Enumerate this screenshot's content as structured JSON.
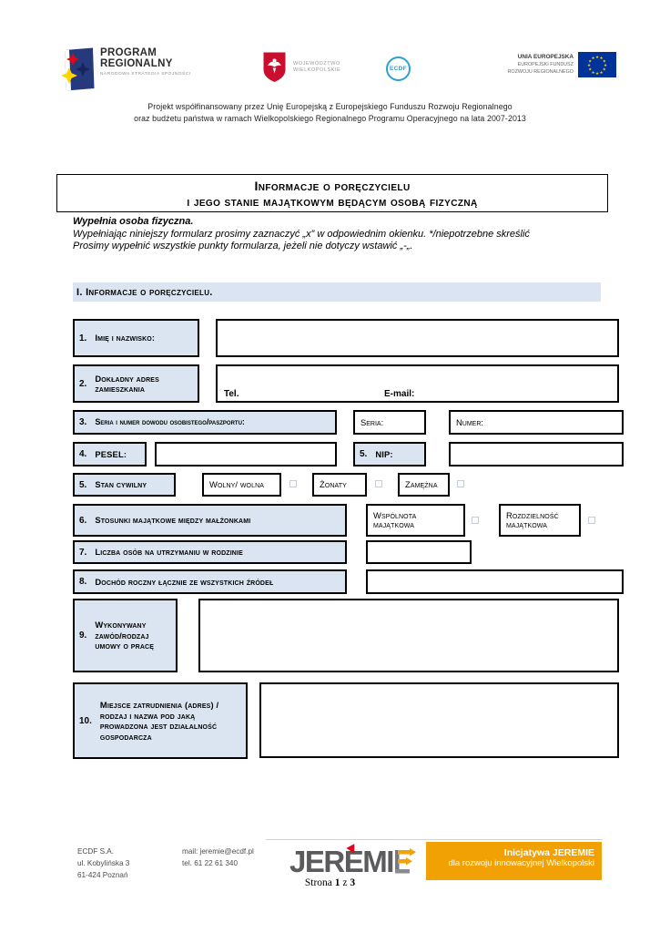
{
  "header": {
    "logos": {
      "program_regionalny": {
        "title1": "PROGRAM",
        "title2": "REGIONALNY",
        "subtitle": "NARODOWA STRATEGIA SPÓJNOŚCI"
      },
      "wojewodztwo": {
        "line1": "WOJEWÓDZTWO",
        "line2": "WIELKOPOLSKIE"
      },
      "ecdf": {
        "label": "ECDF"
      },
      "unia": {
        "line1": "UNIA EUROPEJSKA",
        "line2": "EUROPEJSKI FUNDUSZ",
        "line3": "ROZWOJU REGIONALNEGO"
      }
    },
    "caption_line1": "Projekt współfinansowany przez Unię Europejską z Europejskiego Funduszu Rozwoju Regionalnego",
    "caption_line2": "oraz budżetu państwa w ramach Wielkopolskiego Regionalnego Programu Operacyjnego na lata 2007-2013"
  },
  "title": {
    "line1": "Informacje o poręczycielu",
    "line2": "i jego stanie majątkowym będącym osobą fizyczną"
  },
  "notes": {
    "bold": "Wypełnia osoba fizyczna.",
    "line1": "Wypełniając niniejszy formularz prosimy zaznaczyć „x” w odpowiednim okienku. */niepotrzebne skreślić",
    "line2": "Prosimy wypełnić wszystkie punkty formularza, jeżeli nie dotyczy wstawić „-„."
  },
  "section1": {
    "heading": "I. Informacje o poręczycielu."
  },
  "fields": {
    "row1": {
      "num": "1.",
      "label": "Imię i nazwisko:"
    },
    "row2": {
      "num": "2.",
      "label": "Dokładny adres zamieszkania",
      "tel": "Tel.",
      "email": "E-mail:"
    },
    "row3": {
      "num": "3.",
      "label": "Seria i numer dowodu osobistego/paszportu:",
      "seria": "Seria:",
      "numer": "Numer:"
    },
    "row4": {
      "num": "4.",
      "label": "PESEL:"
    },
    "row4b": {
      "num": "5.",
      "label": "NIP:"
    },
    "row5": {
      "num": "5.",
      "label": "Stan cywilny",
      "options": [
        {
          "label": "Wolny/ wolna"
        },
        {
          "label": "Żonaty"
        },
        {
          "label": "Zamężna"
        }
      ]
    },
    "row6": {
      "num": "6.",
      "label": "Stosunki majątkowe między małżonkami",
      "options": [
        {
          "label": "Wspólnota majątkowa"
        },
        {
          "label": "Rozdzielność majątkowa"
        }
      ]
    },
    "row7": {
      "num": "7.",
      "label": "Liczba osób na utrzymaniu w rodzinie"
    },
    "row8": {
      "num": "8.",
      "label": "Dochód roczny łącznie ze wszystkich źródeł"
    },
    "row9": {
      "num": "9.",
      "label": "Wykonywany zawód/rodzaj umowy o pracę"
    },
    "row10": {
      "num": "10.",
      "label": "Miejsce zatrudnienia (adres) / rodzaj i nazwa pod jaką prowadzona jest działalność gospodarcza"
    }
  },
  "footer": {
    "address": [
      "ECDF S.A.",
      "ul. Kobylińska 3",
      "61-424 Poznań"
    ],
    "contact": [
      "mail: jeremie@ecdf.pl",
      "tel. 61 22 61 340"
    ],
    "jeremie": {
      "part1": "JEREMI",
      "part2": "E"
    },
    "banner": {
      "line1": "Inicjatywa JEREMIE",
      "line2": "dla rozwoju innowacyjnej Wielkopolski"
    },
    "page": {
      "prefix": "Strona ",
      "current": "1",
      "sep": " z ",
      "total": "3"
    }
  },
  "colors": {
    "label_fill": "#dbe5f1",
    "banner_orange": "#f2a104",
    "eu_blue": "#003399",
    "jeremie_gray": "#5b5b5e",
    "jeremie_orange": "#f0a30a",
    "herb_red": "#c8102e"
  }
}
